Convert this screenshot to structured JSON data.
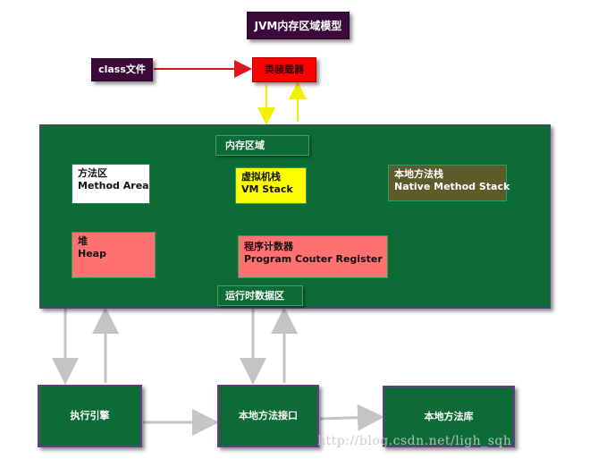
{
  "title": "JVM内存区域模型",
  "class_file": "class文件",
  "class_loader": "类装载器",
  "memory_region": {
    "label": "内存区域",
    "runtime_label": "运行时数据区",
    "method_area": {
      "zh": "方法区",
      "en": "Method  Area"
    },
    "vm_stack": {
      "zh": "虚拟机栈",
      "en": "VM  Stack"
    },
    "native_method_stack": {
      "zh": "本地方法栈",
      "en": "Native Method  Stack"
    },
    "heap": {
      "zh": "堆",
      "en": "Heap"
    },
    "program_counter": {
      "zh": "程序计数器",
      "en": "Program   Couter   Register"
    }
  },
  "execution_engine": "执行引擎",
  "native_interface": "本地方法接口",
  "native_library": "本地方法库",
  "watermark": "http://blog.csdn.net/ligh_sqh",
  "colors": {
    "dark_purple": "#3b0a3a",
    "red": "#ff0000",
    "green": "#0d6b35",
    "yellow": "#ffff00",
    "salmon": "#ff7070",
    "olive": "#5e5a2a",
    "gray_arrow": "#c8c8c8"
  }
}
